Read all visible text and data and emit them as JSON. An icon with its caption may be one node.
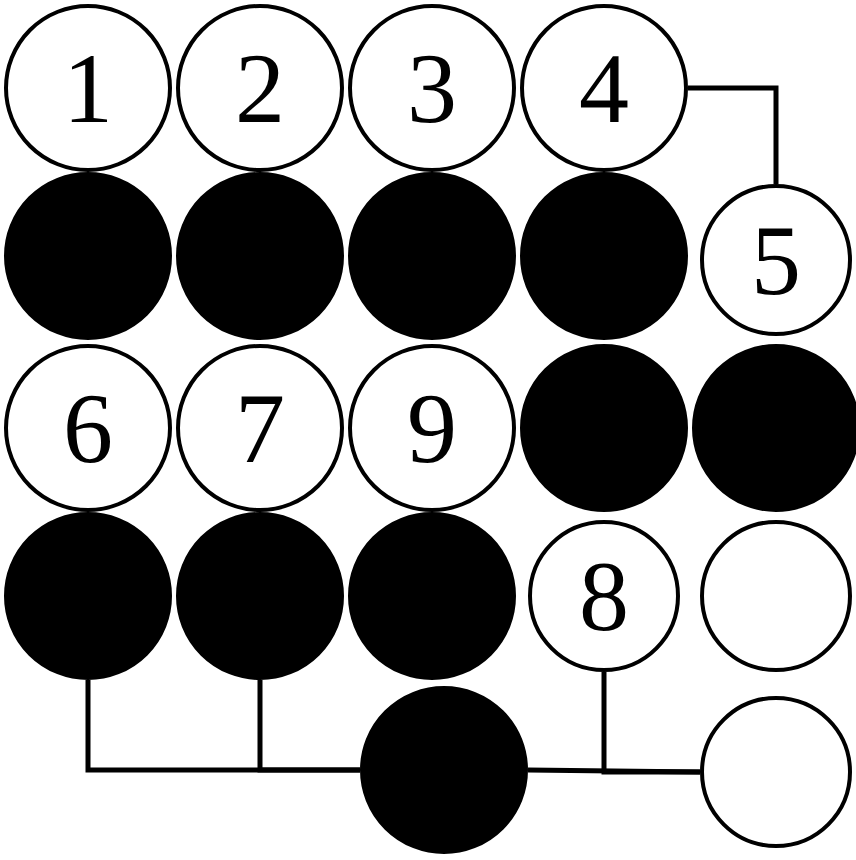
{
  "diagram": {
    "nodes": [
      {
        "text": [
          "1"
        ]
      },
      {
        "text": [
          "2"
        ]
      },
      {
        "text": [
          "3"
        ]
      },
      {
        "text": [
          "4"
        ]
      },
      {
        "text": [],
        "shape": "dot"
      },
      {
        "text": [],
        "shape": "dot"
      },
      {
        "text": [],
        "shape": "dot"
      },
      {
        "text": [],
        "shape": "dot"
      },
      {
        "text": [
          "5"
        ]
      },
      {
        "text": [
          "6"
        ]
      },
      {
        "text": [
          "7"
        ]
      },
      {
        "text": [
          "9"
        ]
      },
      {
        "text": [],
        "shape": "dot"
      },
      {
        "text": [],
        "shape": "dot"
      },
      {
        "text": [],
        "shape": "dot"
      },
      {
        "text": [],
        "shape": "dot"
      },
      {
        "text": [],
        "shape": "dot"
      },
      {
        "text": [
          "8"
        ]
      },
      {
        "text": [],
        "shape": "circle"
      },
      {
        "text": [],
        "shape": "dot"
      },
      {
        "text": [],
        "shape": "circle"
      }
    ],
    "edges": [
      {
        "from": 3,
        "to": 8,
        "arrow": "none"
      },
      {
        "from": 14,
        "to": 19,
        "arrow": "none"
      },
      {
        "from": 15,
        "to": 19,
        "arrow": "none"
      },
      {
        "from": 19,
        "to": 20,
        "arrow": "none"
      },
      {
        "from": 17,
        "to": 20,
        "arrow": "none"
      }
    ]
  }
}
